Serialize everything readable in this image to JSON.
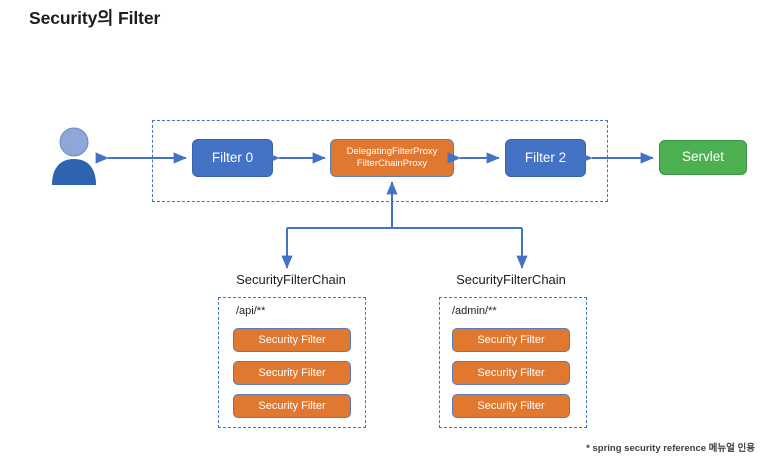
{
  "page": {
    "title": "Security의 Filter",
    "footnote": "* spring security reference 메뉴얼 인용",
    "background": "#ffffff"
  },
  "colors": {
    "blue": "#4472C4",
    "orange": "#E0782F",
    "green": "#4CAF50",
    "dashed_border": "#4472C4",
    "arrow": "#4472C4",
    "person_head": "#8FA6D8",
    "person_body": "#2E63B0",
    "text_dark": "#1D1D1D"
  },
  "diagram": {
    "actor": {
      "name": "user-person-icon",
      "label": ""
    },
    "filter_row": {
      "container_label": "",
      "nodes": [
        {
          "id": "filter0",
          "label": "Filter 0",
          "color": "blue"
        },
        {
          "id": "proxy",
          "label_line1": "DelegatingFilterProxy",
          "label_line2": "FilterChainProxy",
          "color": "orange"
        },
        {
          "id": "filter2",
          "label": "Filter 2",
          "color": "blue"
        }
      ]
    },
    "servlet": {
      "id": "servlet",
      "label": "Servlet",
      "color": "green"
    },
    "chains": [
      {
        "id": "chain-api",
        "title": "SecurityFilterChain",
        "path": "/api/**",
        "filters": [
          {
            "label": "Security Filter"
          },
          {
            "label": "Security Filter"
          },
          {
            "label": "Security Filter"
          }
        ]
      },
      {
        "id": "chain-admin",
        "title": "SecurityFilterChain",
        "path": "/admin/**",
        "filters": [
          {
            "label": "Security Filter"
          },
          {
            "label": "Security Filter"
          },
          {
            "label": "Security Filter"
          }
        ]
      }
    ]
  }
}
